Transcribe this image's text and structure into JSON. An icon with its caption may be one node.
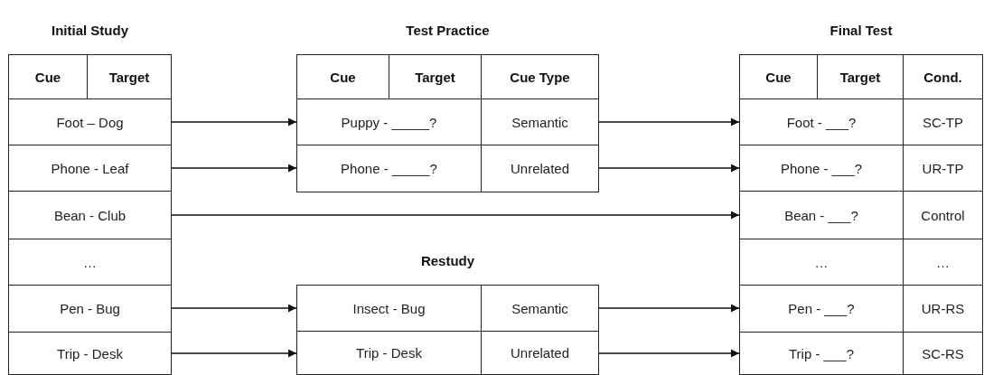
{
  "diagram": {
    "nodes": [
      {
        "text": [
          "Initial Study"
        ]
      },
      {
        "text": [
          "Cue",
          "Target"
        ],
        "in": 0
      },
      {
        "text": [
          "Foot – Dog"
        ],
        "in": 0
      },
      {
        "text": [
          "Phone - Leaf"
        ],
        "in": 0
      },
      {
        "text": [
          "Bean - Club"
        ],
        "in": 0
      },
      {
        "text": [
          "…"
        ],
        "in": 0
      },
      {
        "text": [
          "Pen - Bug"
        ],
        "in": 0
      },
      {
        "text": [
          "Trip - Desk"
        ],
        "in": 0
      },
      {
        "text": [
          "Test Practice"
        ]
      },
      {
        "text": [
          "Cue",
          "Target",
          "Cue Type"
        ],
        "in": 8
      },
      {
        "text": [
          "Puppy - _____?",
          "Semantic"
        ],
        "in": 8
      },
      {
        "text": [
          "Phone - _____?",
          "Unrelated"
        ],
        "in": 8
      },
      {
        "text": [
          "Restudy"
        ]
      },
      {
        "text": [
          "Insect - Bug",
          "Semantic"
        ],
        "in": 12
      },
      {
        "text": [
          "Trip - Desk",
          "Unrelated"
        ],
        "in": 12
      },
      {
        "text": [
          "Final Test"
        ]
      },
      {
        "text": [
          "Cue",
          "Target",
          "Cond."
        ],
        "in": 15
      },
      {
        "text": [
          "Foot - ___?",
          "SC-TP"
        ],
        "in": 15
      },
      {
        "text": [
          "Phone - ___?",
          "UR-TP"
        ],
        "in": 15
      },
      {
        "text": [
          "Bean - ___?",
          "Control"
        ],
        "in": 15
      },
      {
        "text": [
          "…",
          "…"
        ],
        "in": 15
      },
      {
        "text": [
          "Pen - ___?",
          "UR-RS"
        ],
        "in": 15
      },
      {
        "text": [
          "Trip - ___?",
          "SC-RS"
        ],
        "in": 15
      }
    ],
    "edges": [
      {
        "from": 2,
        "to": 10,
        "arrow": "to"
      },
      {
        "from": 3,
        "to": 11,
        "arrow": "to"
      },
      {
        "from": 4,
        "to": 19,
        "arrow": "to"
      },
      {
        "from": 6,
        "to": 13,
        "arrow": "to"
      },
      {
        "from": 7,
        "to": 14,
        "arrow": "to"
      },
      {
        "from": 10,
        "to": 17,
        "arrow": "to"
      },
      {
        "from": 11,
        "to": 18,
        "arrow": "to"
      },
      {
        "from": 13,
        "to": 21,
        "arrow": "to"
      },
      {
        "from": 14,
        "to": 22,
        "arrow": "to"
      }
    ]
  }
}
